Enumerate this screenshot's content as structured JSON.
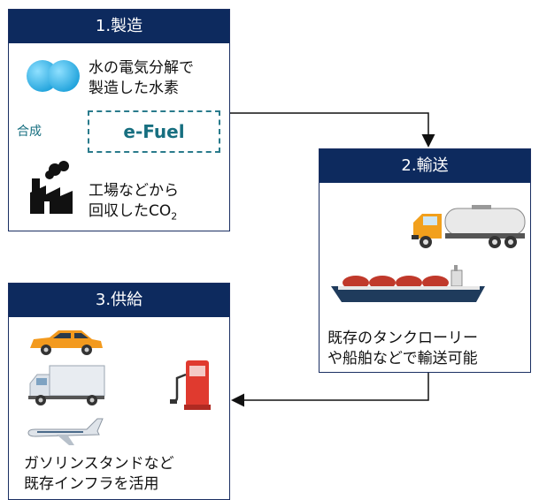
{
  "steps": {
    "production": {
      "title": "1.製造",
      "hydrogen_line1": "水の電気分解で",
      "hydrogen_line2": "製造した水素",
      "synthesis_label": "合成",
      "efuel_label": "e-Fuel",
      "co2_line1": "工場などから",
      "co2_line2": "回収したCO",
      "co2_subscript": "2"
    },
    "transport": {
      "title": "2.輸送",
      "desc_line1": "既存のタンクローリー",
      "desc_line2": "や船舶などで輸送可能"
    },
    "supply": {
      "title": "3.供給",
      "desc_line1": "ガソリンスタンドなど",
      "desc_line2": "既存インフラを活用"
    }
  },
  "icons": [
    "hydrogen-molecule-icon",
    "factory-icon",
    "tank-truck-icon",
    "lng-ship-icon",
    "car-icon",
    "delivery-truck-icon",
    "airplane-icon",
    "fuel-pump-icon"
  ],
  "colors": {
    "header_navy": "#0d2a5e",
    "efuel_teal": "#176f80",
    "hydrogen_blue": "#38b6e8",
    "truck_orange": "#f2a01c",
    "ship_hull": "#1f3b5c",
    "ship_tank": "#c0392b",
    "car_orange": "#f39a1e",
    "pump_red": "#e03a2f"
  }
}
